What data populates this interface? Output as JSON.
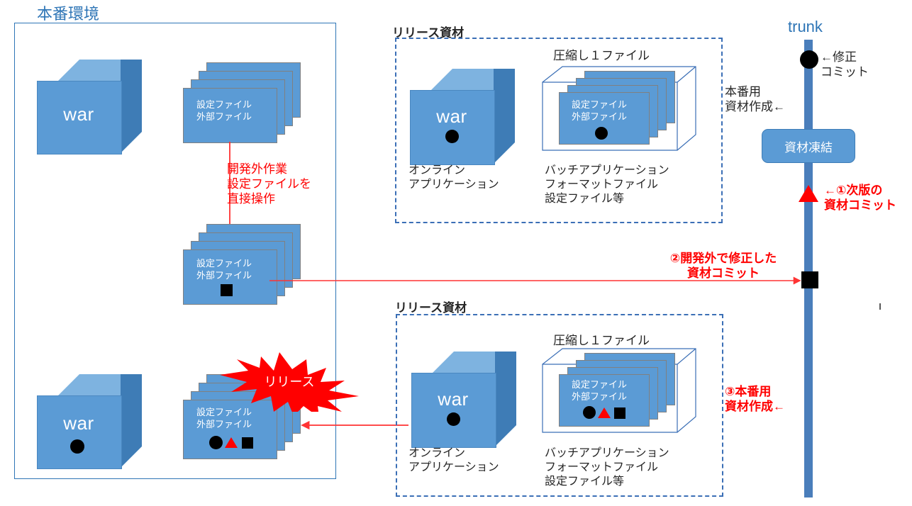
{
  "diagram": {
    "title_production": "本番環境",
    "trunk_label": "trunk"
  },
  "production": {
    "war_top_label": "war",
    "war_bottom_label": "war",
    "files_top_label": "設定ファイル\n外部ファイル",
    "files_mid_label": "設定ファイル\n外部ファイル",
    "files_bottom_label": "設定ファイル\n外部ファイル",
    "direct_edit_note": "開発外作業\n設定ファイルを\n直接操作",
    "release_burst_label": "リリース"
  },
  "release_upper": {
    "heading": "リリース資材",
    "compress_label": "圧縮し１ファイル",
    "war_label": "war",
    "online_caption": "オンライン\nアプリケーション",
    "files_label": "設定ファイル\n外部ファイル",
    "batch_caption": "バッチアプリケーション\nフォーマットファイル\n設定ファイル等"
  },
  "release_lower": {
    "heading": "リリース資材",
    "compress_label": "圧縮し１ファイル",
    "war_label": "war",
    "online_caption": "オンライン\nアプリケーション",
    "files_label": "設定ファイル\n外部ファイル",
    "batch_caption": "バッチアプリケーション\nフォーマットファイル\n設定ファイル等"
  },
  "trunk": {
    "fix_commit_label": "←修正\nコミット",
    "prod_build_note": "本番用\n資材作成←",
    "freeze_label": "資材凍結",
    "step1_label": "←①次版の\n資材コミット",
    "step2_label": "②開発外で修正した\n資材コミット",
    "step3_label": "③本番用\n資材作成←"
  },
  "colors": {
    "accent_blue": "#2E75B6",
    "cube_blue": "#5B9BD5",
    "cube_top": "#7EB3E0",
    "cube_side": "#3E7CB6",
    "trunk_blue": "#4A7EBB",
    "dashed_blue": "#3B6FB6",
    "red": "#FF0000",
    "marker_black": "#000000"
  },
  "chart_data": {
    "type": "diagram",
    "title": "本番環境とtrunkのリリース資材フロー",
    "nodes": [
      {
        "id": "prod-env",
        "label": "本番環境",
        "kind": "frame"
      },
      {
        "id": "war-top",
        "label": "war",
        "kind": "cube",
        "markers": []
      },
      {
        "id": "files-top",
        "label": "設定ファイル 外部ファイル",
        "kind": "file-stack",
        "markers": []
      },
      {
        "id": "files-mid",
        "label": "設定ファイル 外部ファイル",
        "kind": "file-stack",
        "markers": [
          "square"
        ]
      },
      {
        "id": "war-bottom",
        "label": "war",
        "kind": "cube",
        "markers": [
          "circle"
        ]
      },
      {
        "id": "files-bottom",
        "label": "設定ファイル 外部ファイル",
        "kind": "file-stack",
        "markers": [
          "circle",
          "triangle",
          "square"
        ]
      },
      {
        "id": "release-upper",
        "label": "リリース資材",
        "kind": "dashed-group"
      },
      {
        "id": "release-upper-war",
        "label": "war",
        "kind": "cube",
        "markers": [
          "circle"
        ]
      },
      {
        "id": "release-upper-files",
        "label": "設定ファイル 外部ファイル",
        "kind": "file-stack-boxed",
        "markers": [
          "circle"
        ]
      },
      {
        "id": "release-lower",
        "label": "リリース資材",
        "kind": "dashed-group"
      },
      {
        "id": "release-lower-war",
        "label": "war",
        "kind": "cube",
        "markers": [
          "circle"
        ]
      },
      {
        "id": "release-lower-files",
        "label": "設定ファイル 外部ファイル",
        "kind": "file-stack-boxed",
        "markers": [
          "circle",
          "triangle",
          "square"
        ]
      },
      {
        "id": "trunk",
        "label": "trunk",
        "kind": "timeline"
      },
      {
        "id": "commit-fix",
        "label": "修正コミット",
        "kind": "marker-circle"
      },
      {
        "id": "freeze",
        "label": "資材凍結",
        "kind": "pill"
      },
      {
        "id": "commit-next",
        "label": "①次版の資材コミット",
        "kind": "marker-triangle"
      },
      {
        "id": "commit-outdev",
        "label": "②開発外で修正した資材コミット",
        "kind": "marker-square"
      }
    ],
    "edges": [
      {
        "from": "files-top",
        "to": "files-mid",
        "label": "開発外作業 設定ファイルを直接操作",
        "color": "#FF0000"
      },
      {
        "from": "files-mid",
        "to": "commit-outdev",
        "label": "②開発外で修正した資材コミット",
        "color": "#FF0000"
      },
      {
        "from": "release-lower",
        "to": "files-bottom",
        "label": "リリース",
        "color": "#FF0000"
      }
    ]
  }
}
